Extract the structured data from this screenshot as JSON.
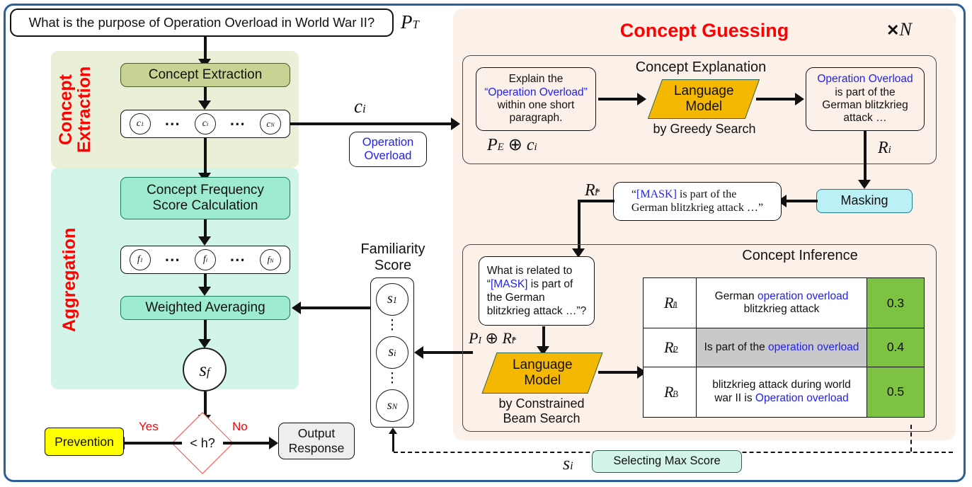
{
  "figure": {
    "question_prompt": "What is the purpose of Operation Overload in World War II?",
    "question_symbol": "P_T"
  },
  "concept_extraction": {
    "panel_label": "Concept\nExtraction",
    "stage_box": "Concept Extraction",
    "tokens": [
      "c1",
      "ci",
      "cN"
    ],
    "ellipsis": "···",
    "edge_symbol": "ci",
    "concept_example": "Operation\nOverload"
  },
  "aggregation": {
    "panel_label": "Aggregation",
    "score_calc_box": "Concept Frequency\nScore Calculation",
    "freq_tokens": [
      "f1",
      "fi",
      "fN"
    ],
    "weighted_box": "Weighted Averaging",
    "final_score_token": "sf"
  },
  "decision": {
    "condition": "< h?",
    "yes_label": "Yes",
    "no_label": "No",
    "prevention": "Prevention",
    "output_response": "Output\nResponse"
  },
  "familiarity": {
    "title": "Familiarity\nScore",
    "tokens": [
      "s1",
      "si",
      "sN"
    ],
    "vdots": "⋮"
  },
  "concept_guessing": {
    "title": "Concept Guessing",
    "repeat_badge": "✕N",
    "explanation": {
      "section_title": "Concept Explanation",
      "prompt_line1": "Explain the",
      "prompt_line2": "“Operation Overload”",
      "prompt_line3": "within one short",
      "prompt_line4": "paragraph.",
      "prompt_symbol": "P_E ⊕ ci",
      "model_label": "Language\nModel",
      "model_caption": "by Greedy Search",
      "output_line1": "Operation Overload",
      "output_line2": "is part of the",
      "output_line3": "German blitzkrieg",
      "output_line4": "attack …",
      "output_symbol": "Ri"
    },
    "masking": {
      "label": "Masking",
      "masked_symbol": "R*i",
      "masked_line1_a": "“",
      "masked_line1_mask": "[MASK]",
      "masked_line1_b": "] is part of the",
      "masked_line1_full": "“[MASK] is part of the",
      "masked_line2": "German blitzkrieg attack …”"
    },
    "inference": {
      "section_title": "Concept Inference",
      "query_line1": "What is related to",
      "query_line2_pre": "“",
      "query_line2_mask": "[MASK]",
      "query_line2_post": "” is part of",
      "query_line3": "the German",
      "query_line4": "blitzkrieg attack …”?",
      "query_symbol": "P_I ⊕ R*i",
      "model_label": "Language\nModel",
      "model_caption": "by Constrained\nBeam Search",
      "rows": [
        {
          "index": "R1i",
          "text_pre": "German ",
          "text_hl": "operation overload",
          "text_post": "\nblitzkrieg attack",
          "score": "0.3",
          "highlighted": false
        },
        {
          "index": "R2i",
          "text_pre": "Is part of the ",
          "text_hl": "operation overload",
          "text_post": "",
          "score": "0.4",
          "highlighted": true
        },
        {
          "index": "R3i",
          "text_pre": "blitzkrieg attack during world\nwar II is ",
          "text_hl": "Operation overload",
          "text_post": "",
          "score": "0.5",
          "highlighted": false
        }
      ]
    },
    "select_max": {
      "symbol": "si",
      "label": "Selecting Max Score"
    }
  },
  "colors": {
    "frame_blue": "#2a6099",
    "panel_concept_extraction": "#eaf0d8",
    "panel_aggregation": "#d3f5e9",
    "panel_concept_guessing": "#fcf1e9",
    "olive_box": "#c6d392",
    "mint_box": "#9eecd0",
    "cyan_box": "#bbf0f7",
    "yellow_box": "#ffff00",
    "gray_box": "#eeeeee",
    "score_green": "#7dc242",
    "model_orange": "#f5b800",
    "accent_red": "#ff0000",
    "link_blue": "#2222ee"
  }
}
